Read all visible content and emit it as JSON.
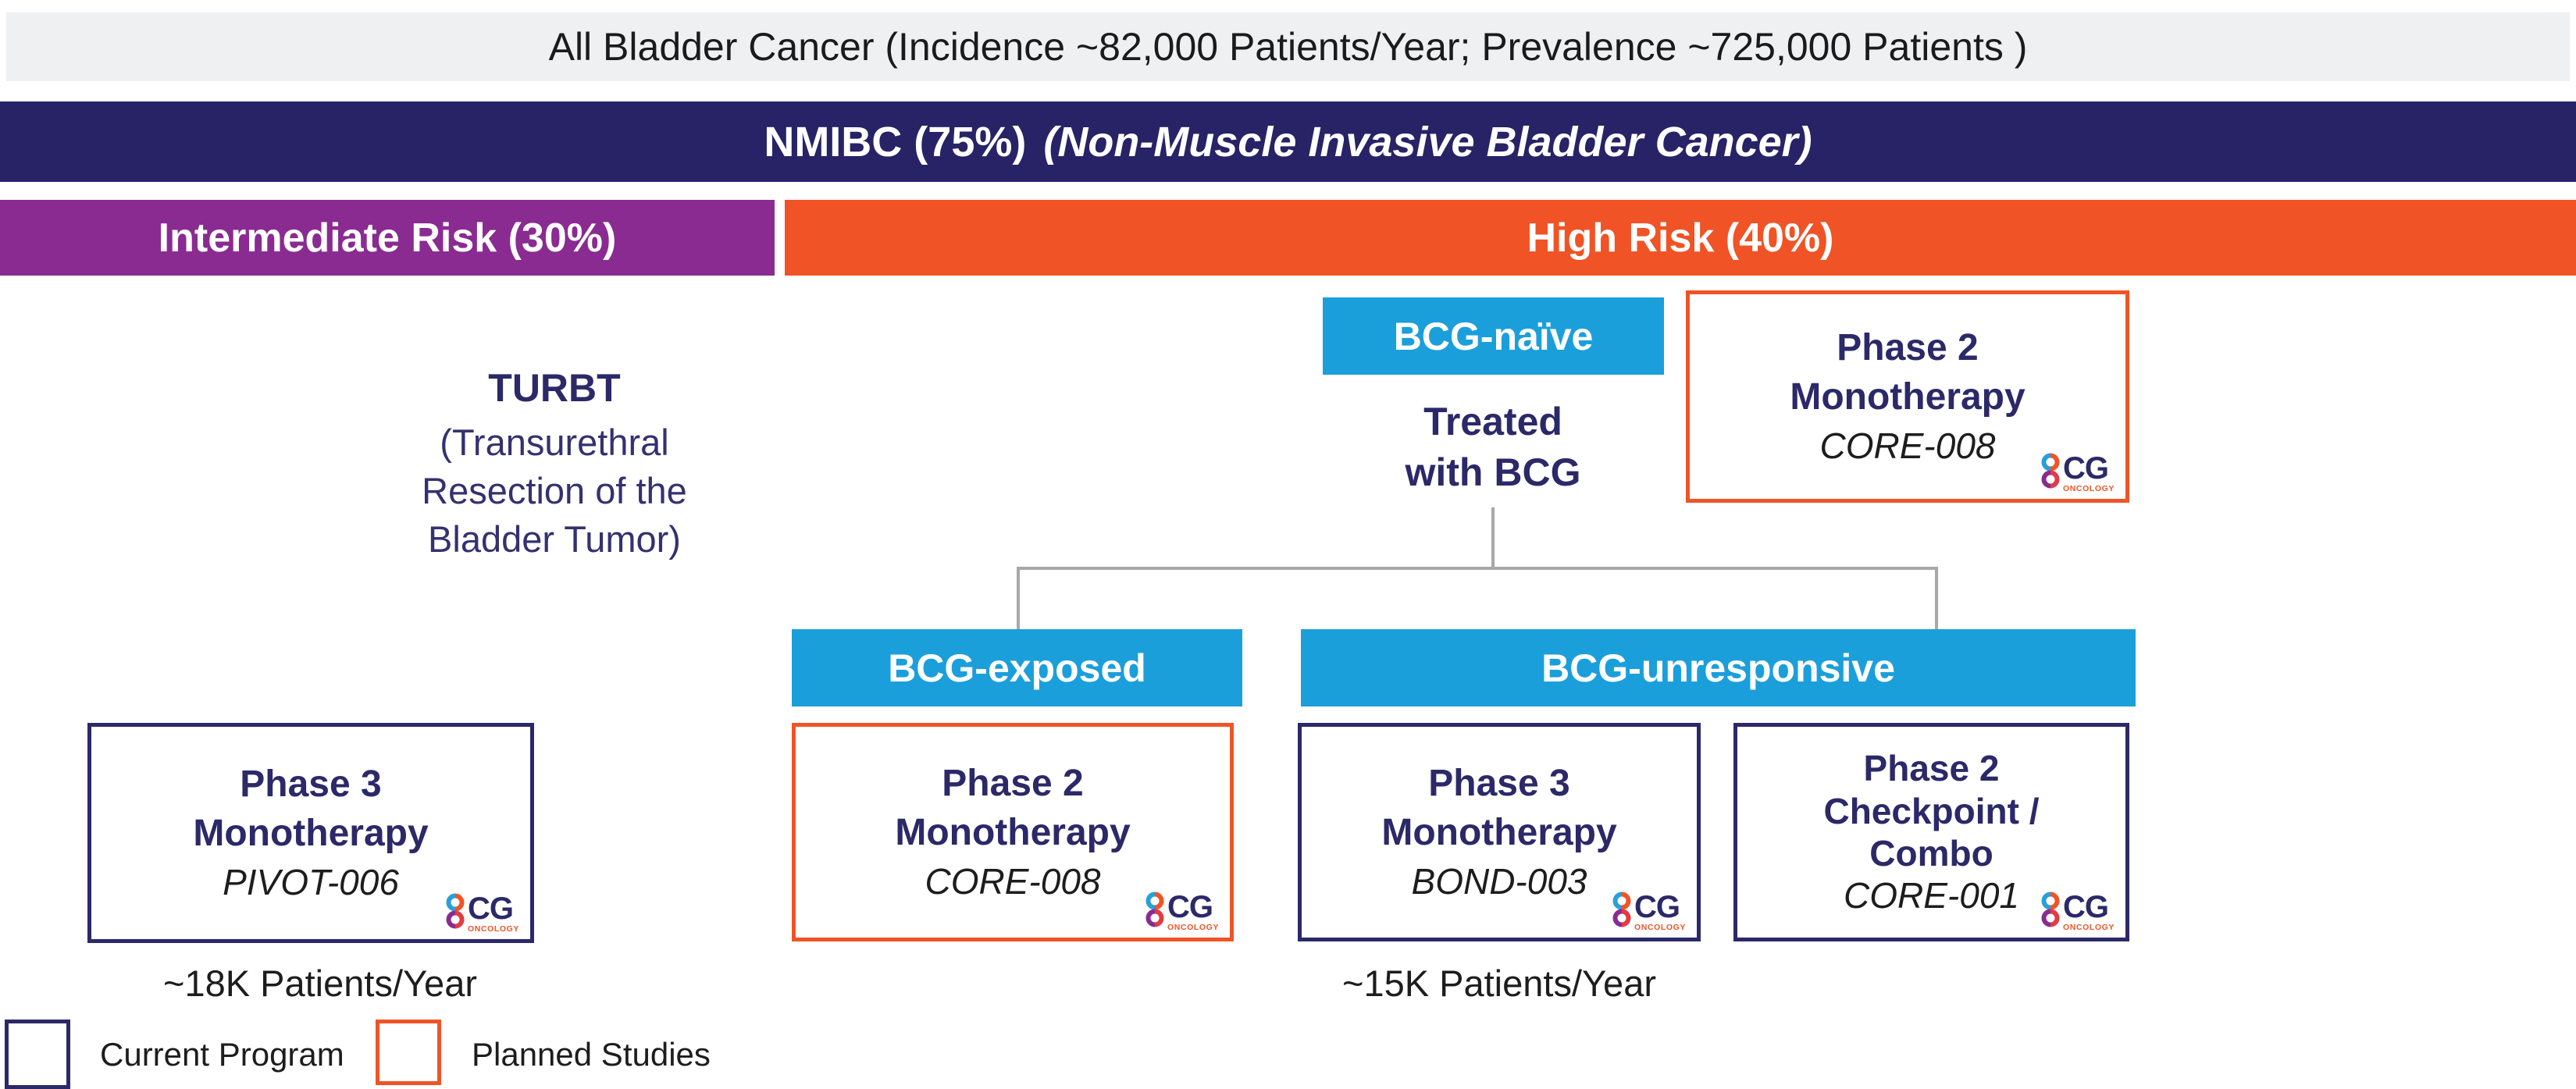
{
  "header": {
    "all_bladder": "All Bladder Cancer (Incidence ~82,000 Patients/Year; Prevalence ~725,000 Patients )"
  },
  "nmibc": {
    "bold": "NMIBC (75%)",
    "italic": "(Non-Muscle Invasive Bladder Cancer)"
  },
  "risk": {
    "intermediate": "Intermediate Risk (30%)",
    "high": "High Risk (40%)"
  },
  "turbt": {
    "title": "TURBT",
    "line1": "(Transurethral",
    "line2": "Resection of the",
    "line3": "Bladder Tumor)"
  },
  "naive": {
    "label": "BCG-naïve"
  },
  "treated": {
    "line1": "Treated",
    "line2": "with BCG"
  },
  "tabs": {
    "exposed": "BCG-exposed",
    "unresponsive": "BCG-unresponsive"
  },
  "studies": {
    "naive": {
      "phase": "Phase 2",
      "modality": "Monotherapy",
      "name": "CORE-008",
      "status": "planned"
    },
    "pivot": {
      "phase": "Phase 3",
      "modality": "Monotherapy",
      "name": "PIVOT-006",
      "status": "current"
    },
    "exposed": {
      "phase": "Phase 2",
      "modality": "Monotherapy",
      "name": "CORE-008",
      "status": "planned"
    },
    "bond": {
      "phase": "Phase 3",
      "modality": "Monotherapy",
      "name": "BOND-003",
      "status": "current"
    },
    "core001": {
      "phase": "Phase 2",
      "modality_line1": "Checkpoint /",
      "modality_line2": "Combo",
      "name": "CORE-001",
      "status": "current"
    }
  },
  "patients": {
    "intermediate": "~18K Patients/Year",
    "high": "~15K Patients/Year"
  },
  "legend": {
    "current": "Current Program",
    "planned": "Planned Studies"
  },
  "logo": {
    "cg": "CG",
    "oncology": "ONCOLOGY"
  },
  "colors": {
    "navy": "#272366",
    "navy_text": "#2b2968",
    "purple": "#8a2b91",
    "orange": "#f05325",
    "blue": "#1b9fdb",
    "header_bg": "#eff0f2",
    "connector_gray": "#a8a8a8"
  }
}
